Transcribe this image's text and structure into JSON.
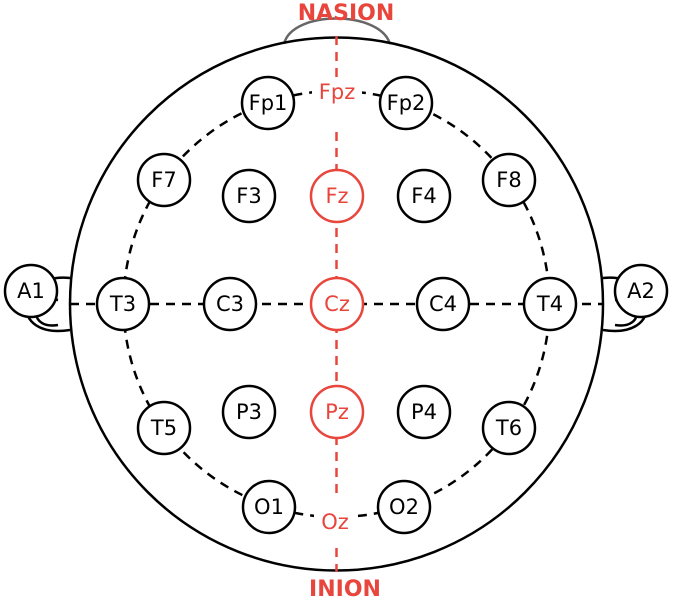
{
  "landmarks": {
    "front": "NASION",
    "back": "INION"
  },
  "colors": {
    "midline": "#e8453c",
    "outline": "#000000",
    "nose": "#666666"
  },
  "electrodes": [
    {
      "id": "Fp1",
      "label": "Fp1",
      "midline": false
    },
    {
      "id": "Fpz",
      "label": "Fpz",
      "midline": true
    },
    {
      "id": "Fp2",
      "label": "Fp2",
      "midline": false
    },
    {
      "id": "F7",
      "label": "F7",
      "midline": false
    },
    {
      "id": "F3",
      "label": "F3",
      "midline": false
    },
    {
      "id": "Fz",
      "label": "Fz",
      "midline": true
    },
    {
      "id": "F4",
      "label": "F4",
      "midline": false
    },
    {
      "id": "F8",
      "label": "F8",
      "midline": false
    },
    {
      "id": "A1",
      "label": "A1",
      "midline": false
    },
    {
      "id": "T3",
      "label": "T3",
      "midline": false
    },
    {
      "id": "C3",
      "label": "C3",
      "midline": false
    },
    {
      "id": "Cz",
      "label": "Cz",
      "midline": true
    },
    {
      "id": "C4",
      "label": "C4",
      "midline": false
    },
    {
      "id": "T4",
      "label": "T4",
      "midline": false
    },
    {
      "id": "A2",
      "label": "A2",
      "midline": false
    },
    {
      "id": "T5",
      "label": "T5",
      "midline": false
    },
    {
      "id": "P3",
      "label": "P3",
      "midline": false
    },
    {
      "id": "Pz",
      "label": "Pz",
      "midline": true
    },
    {
      "id": "P4",
      "label": "P4",
      "midline": false
    },
    {
      "id": "T6",
      "label": "T6",
      "midline": false
    },
    {
      "id": "O1",
      "label": "O1",
      "midline": false
    },
    {
      "id": "Oz",
      "label": "Oz",
      "midline": true
    },
    {
      "id": "O2",
      "label": "O2",
      "midline": false
    }
  ]
}
